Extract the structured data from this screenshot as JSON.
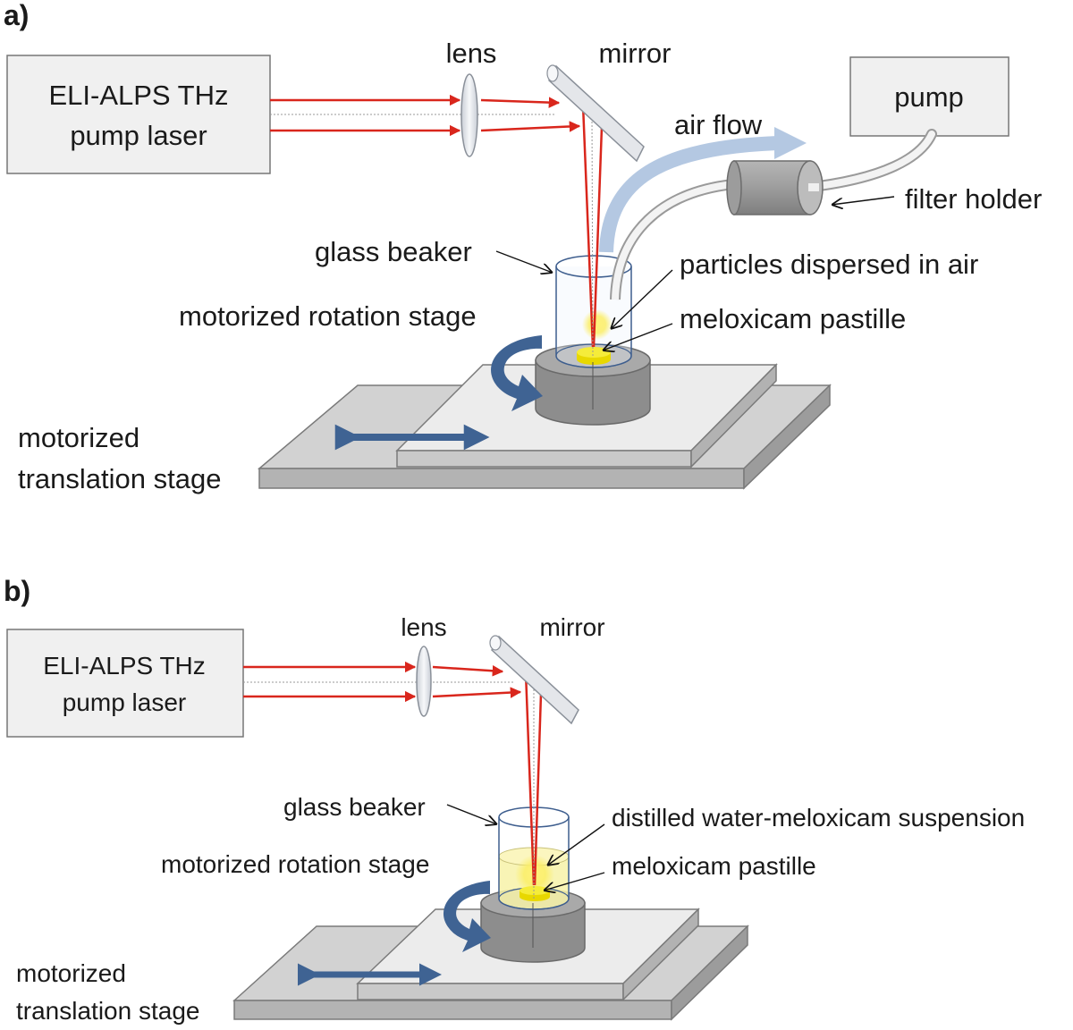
{
  "panel_a": {
    "panel_label": "a)",
    "laser_line1": "ELI-ALPS THz",
    "laser_line2": "pump laser",
    "lens": "lens",
    "mirror": "mirror",
    "pump": "pump",
    "air_flow": "air flow",
    "filter_holder": "filter holder",
    "glass_beaker": "glass beaker",
    "particles": "particles dispersed in air",
    "rotation_stage": "motorized rotation stage",
    "pastille": "meloxicam pastille",
    "translation_line1": "motorized",
    "translation_line2": "translation stage"
  },
  "panel_b": {
    "panel_label": "b)",
    "laser_line1": "ELI-ALPS THz",
    "laser_line2": "pump laser",
    "lens": "lens",
    "mirror": "mirror",
    "glass_beaker": "glass beaker",
    "suspension": "distilled water-meloxicam suspension",
    "rotation_stage": "motorized rotation stage",
    "pastille": "meloxicam pastille",
    "translation_line1": "motorized",
    "translation_line2": "translation stage"
  },
  "colors": {
    "beam": "#d9261c",
    "stage_arrow": "#3f6393",
    "air_flow_arrow": "#b4c8e2",
    "pastille": "#f2e600",
    "box_fill": "#f0f0f0"
  }
}
